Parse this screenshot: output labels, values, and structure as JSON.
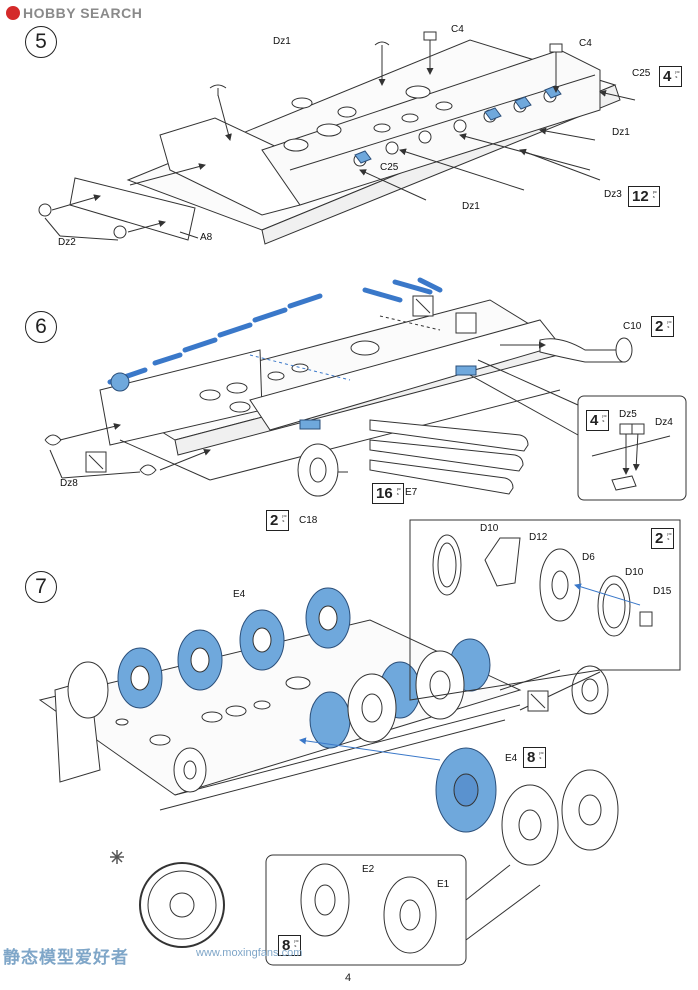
{
  "watermark": {
    "brand": "HOBBY SEARCH",
    "bottom_text": "静态模型爱好者",
    "bottom_url": "www.moxingfans.com"
  },
  "page_number": "4",
  "colors": {
    "highlight": "#6fa8dc",
    "line": "#333333"
  },
  "steps": [
    {
      "number": "5",
      "labels": {
        "dz1_a": "Dz1",
        "c4_a": "C4",
        "c4_b": "C4",
        "c25_a": "C25",
        "dz1_b": "Dz1",
        "c25_b": "C25",
        "dz3": "Dz3",
        "dz1_c": "Dz1",
        "dz2": "Dz2",
        "a8": "A8"
      },
      "quantities": {
        "c25": "4",
        "dz3": "12"
      }
    },
    {
      "number": "6",
      "labels": {
        "c10": "C10",
        "dz5": "Dz5",
        "dz4": "Dz4",
        "dz8": "Dz8",
        "c18": "C18",
        "e7": "E7"
      },
      "quantities": {
        "c10": "2",
        "dz_detail": "4",
        "e7": "16",
        "c18": "2"
      }
    },
    {
      "number": "7",
      "labels": {
        "e4_a": "E4",
        "d10_a": "D10",
        "d12": "D12",
        "d6": "D6",
        "d10_b": "D10",
        "d15": "D15",
        "e4_b": "E4",
        "e2": "E2",
        "e1": "E1"
      },
      "quantities": {
        "hub": "2",
        "e4": "8",
        "wheels": "8"
      }
    }
  ]
}
